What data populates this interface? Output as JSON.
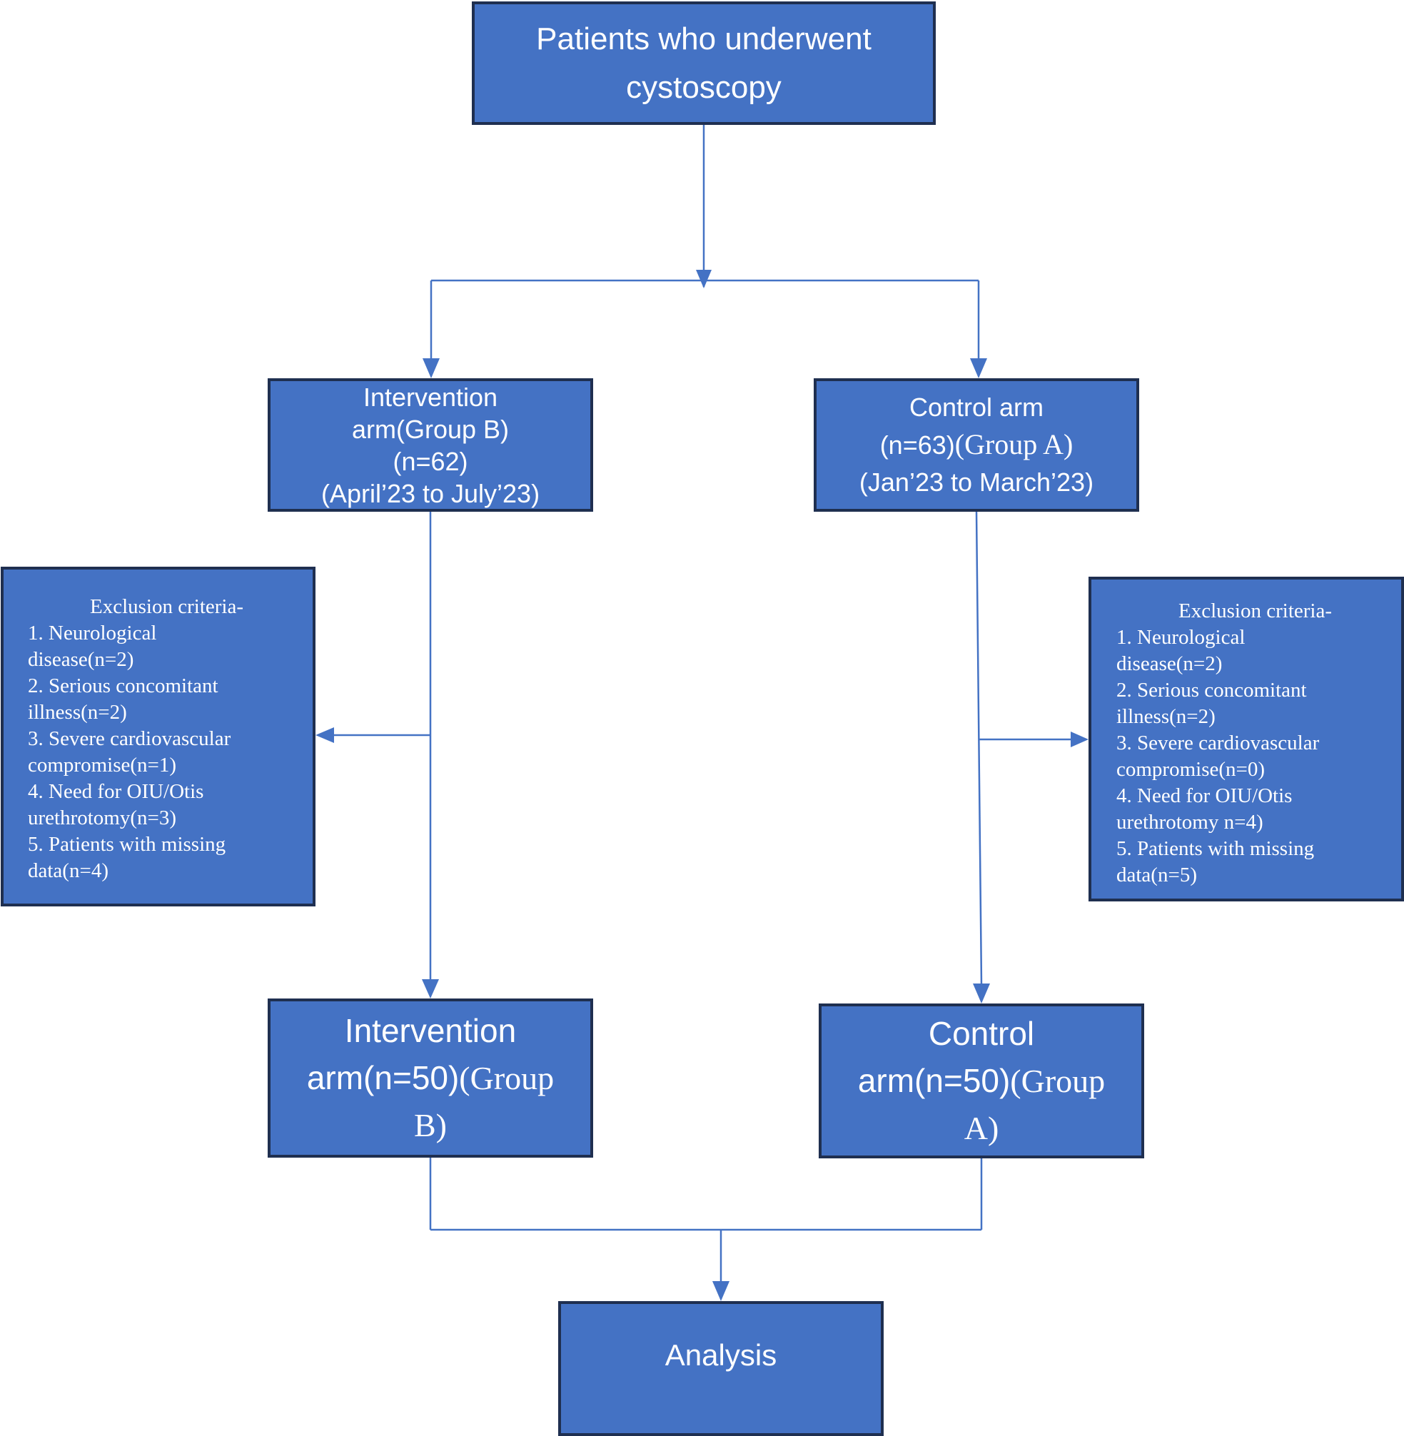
{
  "nodes": {
    "patients": {
      "lines": [
        "Patients who underwent",
        "cystoscopy"
      ]
    },
    "intervention_arm": {
      "lines": [
        "Intervention",
        "arm(Group B)",
        "(n=62)",
        "(April’23 to July’23)"
      ]
    },
    "control_arm": {
      "line1": "Control arm",
      "line2_sans": "(n=63)",
      "line2_serif": "(Group A)",
      "line3": "(Jan’23 to March’23)"
    },
    "exclusion_left": {
      "title": "Exclusion criteria-",
      "lines": [
        "1. Neurological",
        "disease(n=2)",
        "2. Serious concomitant",
        "illness(n=2)",
        "3. Severe cardiovascular",
        "compromise(n=1)",
        "4. Need for OIU/Otis",
        "urethrotomy(n=3)",
        "5. Patients with missing",
        "data(n=4)"
      ]
    },
    "exclusion_right": {
      "title": "Exclusion criteria-",
      "lines": [
        "1. Neurological",
        "disease(n=2)",
        "2. Serious concomitant",
        "illness(n=2)",
        "3. Severe cardiovascular",
        "compromise(n=0)",
        "4. Need for OIU/Otis",
        "urethrotomy n=4)",
        "5. Patients with missing",
        "data(n=5)"
      ]
    },
    "intervention_final": {
      "line1": "Intervention",
      "line2_sans": "arm(n=50)",
      "line2_serif": "(Group",
      "line3_serif": "B)"
    },
    "control_final": {
      "line1": "Control",
      "line2_sans": "arm(n=50)",
      "line2_serif": "(Group",
      "line3_serif": "A)"
    },
    "analysis": {
      "label": "Analysis"
    }
  },
  "colors": {
    "box_fill": "#4472c4",
    "box_border": "#1f2f50",
    "box_text": "#ffffff",
    "connector": "#4472c4"
  }
}
